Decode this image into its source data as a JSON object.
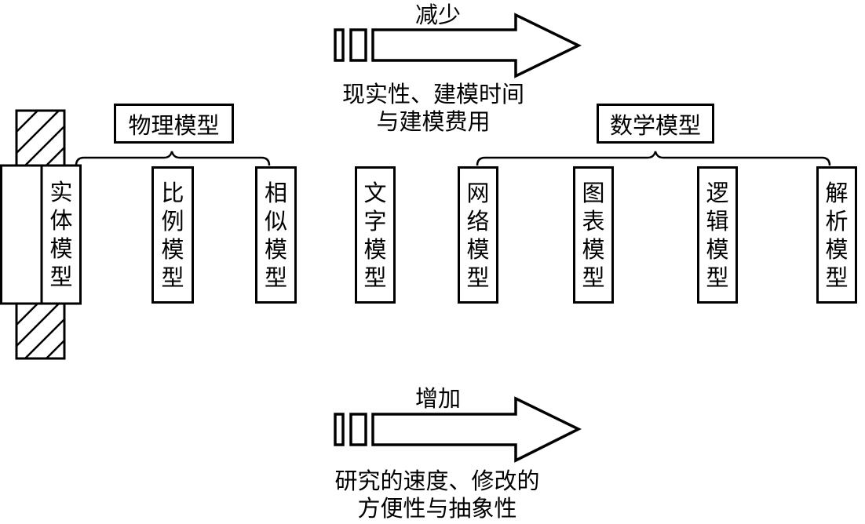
{
  "diagram": {
    "top_arrow": {
      "label": "减少",
      "caption_lines": [
        "现实性、建模时间",
        "与建模费用"
      ]
    },
    "bottom_arrow": {
      "label": "增加",
      "caption_lines": [
        "研究的速度、修改的",
        "方便性与抽象性"
      ]
    },
    "groups": [
      {
        "title": "物理模型",
        "members": [
          "实体模型",
          "比例模型",
          "相似模型"
        ]
      },
      {
        "title": "数学模型",
        "members": [
          "网络模型",
          "图表模型",
          "逻辑模型",
          "解析模型"
        ]
      }
    ],
    "models": [
      {
        "label": "实体模型",
        "group": "物理模型"
      },
      {
        "label": "比例模型",
        "group": "物理模型"
      },
      {
        "label": "相似模型",
        "group": "物理模型"
      },
      {
        "label": "文字模型",
        "group": ""
      },
      {
        "label": "网络模型",
        "group": "数学模型"
      },
      {
        "label": "图表模型",
        "group": "数学模型"
      },
      {
        "label": "逻辑模型",
        "group": "数学模型"
      },
      {
        "label": "解析模型",
        "group": "数学模型"
      }
    ],
    "colors": {
      "line": "#000000",
      "background": "#ffffff"
    }
  }
}
